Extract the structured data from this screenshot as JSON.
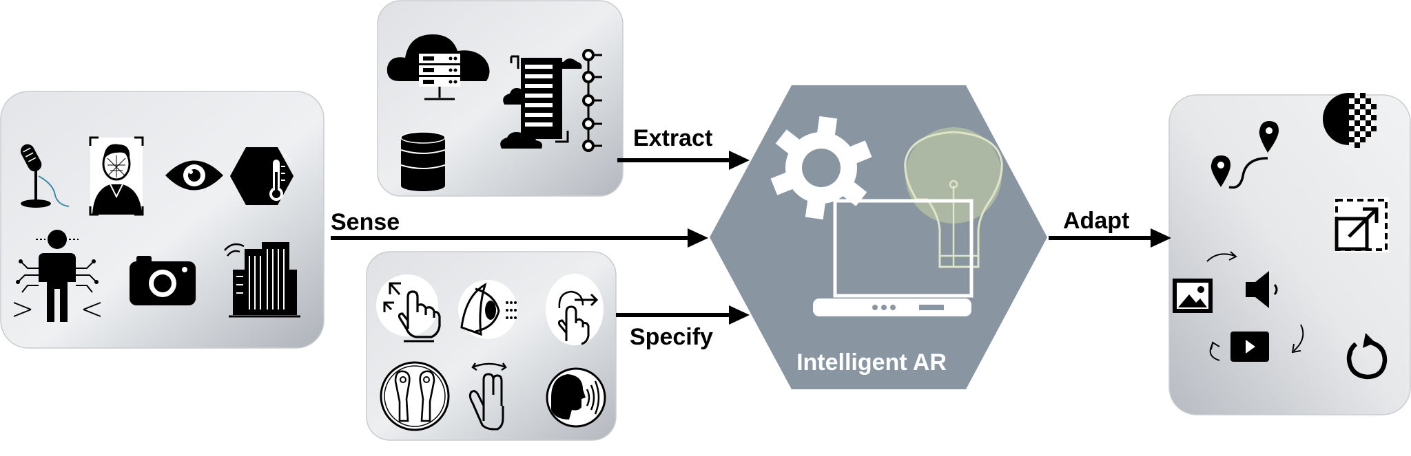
{
  "diagram": {
    "center_label": "Intelligent AR",
    "arrows": {
      "sense": "Sense",
      "extract": "Extract",
      "specify": "Specify",
      "adapt": "Adapt"
    },
    "icons": {
      "sense_panel": [
        "microphone-icon",
        "face-recognition-icon",
        "eye-icon",
        "temperature-sensor-icon",
        "body-sensor-icon",
        "camera-icon",
        "smart-building-icon"
      ],
      "extract_panel": [
        "cloud-server-icon",
        "database-icon",
        "data-server-network-icon"
      ],
      "specify_panel": [
        "pinch-gesture-icon",
        "eye-gaze-icon",
        "swipe-gesture-icon",
        "vr-controllers-icon",
        "two-finger-rotate-icon",
        "voice-command-icon"
      ],
      "center": [
        "gear-icon",
        "laptop-icon",
        "lightbulb-icon"
      ],
      "adapt_panel": [
        "location-route-icon",
        "contrast-icon",
        "resize-icon",
        "image-icon",
        "audio-icon",
        "video-icon",
        "refresh-icon"
      ]
    },
    "colors": {
      "hexagon": "#8996a2",
      "panel_light": "#ececee",
      "panel_dark": "#a9adb4",
      "ink": "#000000",
      "bulb_glow": "#c8d4a6"
    }
  }
}
